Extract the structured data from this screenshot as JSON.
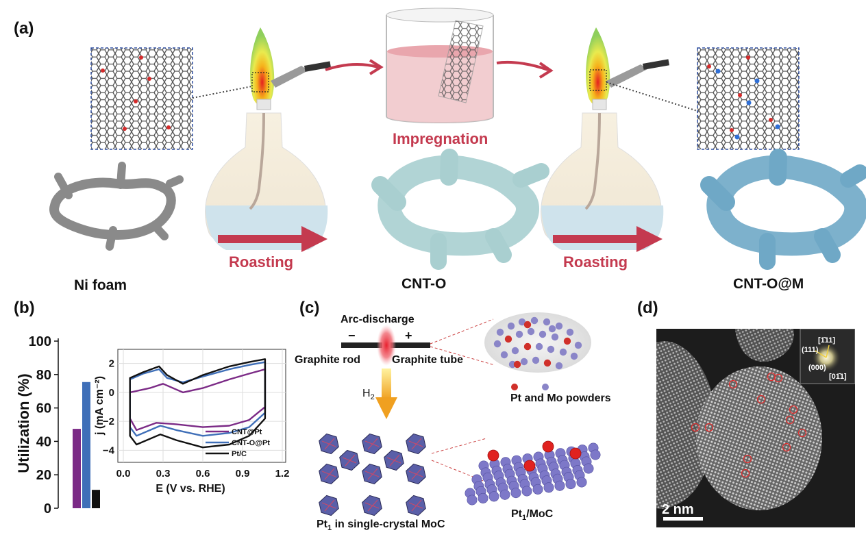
{
  "panel_a": {
    "label": "(a)",
    "ni_foam_caption": "Ni foam",
    "impregnation_label": "Impregnation",
    "roasting_label_1": "Roasting",
    "roasting_label_2": "Roasting",
    "cnt_o_caption": "CNT-O",
    "cnt_om_caption": "CNT-O@M"
  },
  "panel_b": {
    "label": "(b)",
    "ylabel": "Utilization (%)",
    "y_ticks": [
      "0",
      "20",
      "40",
      "60",
      "80",
      "100"
    ],
    "inset": {
      "ylabel": "j (mA cm⁻²)",
      "xlabel": "E (V vs. RHE)",
      "x_ticks": [
        "0.0",
        "0.3",
        "0.6",
        "0.9",
        "1.2"
      ],
      "y_ticks": [
        "2",
        "0",
        "−2",
        "−4"
      ],
      "legend": [
        "CNT@Pt",
        "CNT-O@Pt",
        "Pt/C"
      ]
    }
  },
  "panel_c": {
    "label": "(c)",
    "arc_label": "Arc-discharge",
    "minus": "−",
    "plus": "+",
    "graphite_rod": "Graphite rod",
    "graphite_tube": "Graphite tube",
    "h2_label": "H",
    "h2_sub": "2",
    "powders_label": "Pt and Mo powders",
    "single_crystal_prefix": "Pt",
    "single_crystal_sub": "1",
    "single_crystal_suffix": " in single-crystal MoC",
    "pt1moc_prefix": "Pt",
    "pt1moc_sub": "1",
    "pt1moc_suffix": "/MoC"
  },
  "panel_d": {
    "label": "(d)",
    "scale_bar": "2 nm",
    "fft_labels": [
      "[1̄11]",
      "(111)",
      "(000)",
      "[01̄1]"
    ]
  },
  "colors": {
    "accent_red": "#c43a4f",
    "bar_purple": "#7b2a86",
    "bar_blue": "#3f6fb8",
    "bar_black": "#111111",
    "cnt_light": "#a9cfd0",
    "cnt_dark": "#6fa8c6"
  },
  "chart_data": {
    "type": "bar",
    "categories": [
      "CNT@Pt",
      "CNT-O@Pt",
      "Pt/C"
    ],
    "values": [
      47.5,
      75.5,
      11
    ],
    "ylabel": "Utilization (%)",
    "ylim": [
      0,
      100
    ],
    "inset": {
      "type": "line",
      "xlabel": "E (V vs. RHE)",
      "ylabel": "j (mA cm⁻²)",
      "xlim": [
        0.0,
        1.2
      ],
      "ylim": [
        -4.5,
        2.6
      ],
      "series": [
        {
          "name": "CNT@Pt",
          "color": "#7b2a86",
          "x": [
            0.05,
            0.2,
            0.3,
            0.45,
            0.6,
            0.8,
            0.95,
            1.07,
            1.07,
            0.95,
            0.8,
            0.6,
            0.4,
            0.25,
            0.1,
            0.05
          ],
          "y": [
            0.0,
            0.3,
            0.6,
            0.0,
            0.3,
            0.9,
            1.3,
            1.6,
            -1.0,
            -1.9,
            -2.3,
            -2.4,
            -2.2,
            -2.1,
            -2.6,
            -1.8
          ]
        },
        {
          "name": "CNT-O@Pt",
          "color": "#3f6fb8",
          "x": [
            0.05,
            0.15,
            0.27,
            0.33,
            0.45,
            0.6,
            0.8,
            0.95,
            1.07,
            1.07,
            0.95,
            0.8,
            0.6,
            0.4,
            0.28,
            0.1,
            0.05
          ],
          "y": [
            0.9,
            1.3,
            1.6,
            1.0,
            0.7,
            1.1,
            1.6,
            1.9,
            2.1,
            -1.4,
            -2.4,
            -2.8,
            -3.0,
            -2.6,
            -2.3,
            -3.0,
            -2.4
          ]
        },
        {
          "name": "Pt/C",
          "color": "#111111",
          "x": [
            0.05,
            0.15,
            0.27,
            0.33,
            0.45,
            0.6,
            0.8,
            0.95,
            1.07,
            1.07,
            0.95,
            0.8,
            0.6,
            0.4,
            0.28,
            0.1,
            0.05
          ],
          "y": [
            1.0,
            1.4,
            1.8,
            1.2,
            0.6,
            1.2,
            1.8,
            2.1,
            2.3,
            -1.8,
            -3.0,
            -3.6,
            -3.8,
            -3.3,
            -2.9,
            -3.6,
            -3.0
          ]
        }
      ]
    }
  }
}
